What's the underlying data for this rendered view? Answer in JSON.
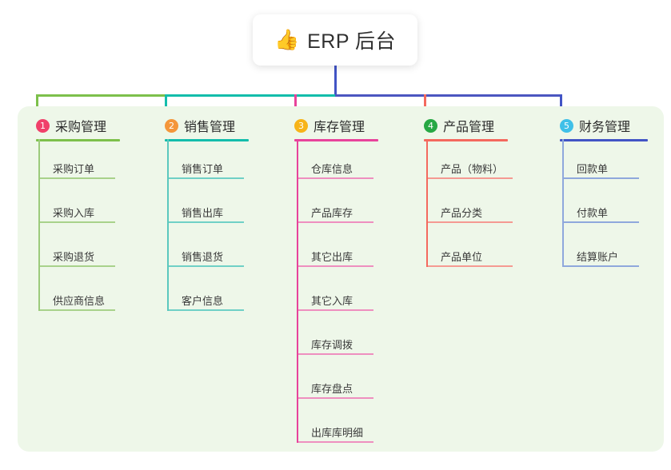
{
  "root": {
    "icon": "thumbs-up-emoji",
    "emoji": "👍",
    "title": "ERP 后台"
  },
  "connectors": {
    "root_stem_color": "#4254C5",
    "segments": [
      {
        "name": "segment-green",
        "color": "#7DC04B"
      },
      {
        "name": "segment-teal",
        "color": "#13BDAB"
      },
      {
        "name": "segment-blue",
        "color": "#4B56C0"
      }
    ],
    "drops": [
      {
        "name": "drop-purchase",
        "color": "#7DC04B"
      },
      {
        "name": "drop-sales",
        "color": "#13BDAB"
      },
      {
        "name": "drop-inventory",
        "color": "#E8439B"
      },
      {
        "name": "drop-product",
        "color": "#F4695E"
      },
      {
        "name": "drop-finance",
        "color": "#4254C5"
      }
    ]
  },
  "panel": {
    "background": "#EEF7E9"
  },
  "columns": [
    {
      "number": "1",
      "title": "采购管理",
      "badge_color": "#F0406A",
      "header_line_color": "#7DC04B",
      "spine_color": "#9CCB7B",
      "item_line_color": "#A8D28B",
      "items": [
        {
          "label": "采购订单"
        },
        {
          "label": "采购入库"
        },
        {
          "label": "采购退货"
        },
        {
          "label": "供应商信息"
        }
      ]
    },
    {
      "number": "2",
      "title": "销售管理",
      "badge_color": "#F4963A",
      "header_line_color": "#13BDAB",
      "spine_color": "#5BC8BE",
      "item_line_color": "#6FD0C6",
      "items": [
        {
          "label": "销售订单"
        },
        {
          "label": "销售出库"
        },
        {
          "label": "销售退货"
        },
        {
          "label": "客户信息"
        }
      ]
    },
    {
      "number": "3",
      "title": "库存管理",
      "badge_color": "#F7B418",
      "header_line_color": "#E8439B",
      "spine_color": "#E8439B",
      "item_line_color": "#EE8FBF",
      "items": [
        {
          "label": "仓库信息"
        },
        {
          "label": "产品库存"
        },
        {
          "label": "其它出库"
        },
        {
          "label": "其它入库"
        },
        {
          "label": "库存调拨"
        },
        {
          "label": "库存盘点"
        },
        {
          "label": "出库库明细"
        }
      ]
    },
    {
      "number": "4",
      "title": "产品管理",
      "badge_color": "#27A844",
      "header_line_color": "#F4695E",
      "spine_color": "#F4695E",
      "item_line_color": "#F59A92",
      "items": [
        {
          "label": "产品（物料）"
        },
        {
          "label": "产品分类"
        },
        {
          "label": "产品单位"
        }
      ]
    },
    {
      "number": "5",
      "title": "财务管理",
      "badge_color": "#3FC0E8",
      "header_line_color": "#4254C5",
      "spine_color": "#8FA8DC",
      "item_line_color": "#8FA8DC",
      "items": [
        {
          "label": "回款单"
        },
        {
          "label": "付款单"
        },
        {
          "label": "结算账户"
        }
      ]
    }
  ]
}
